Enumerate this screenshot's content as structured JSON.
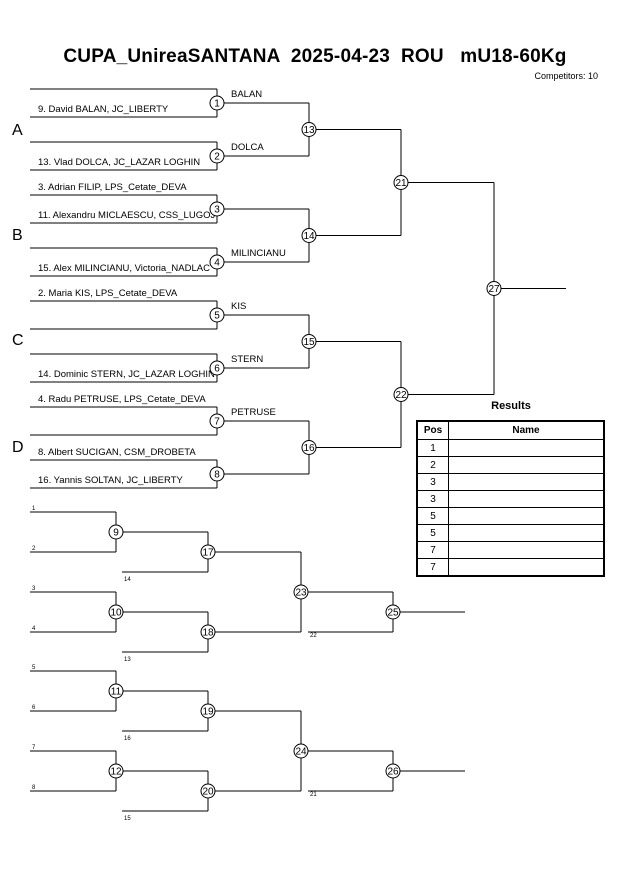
{
  "header": {
    "title": "CUPA_UnireaSANTANA  2025-04-23  ROU   mU18-60Kg",
    "competitors": "Competitors: 10"
  },
  "pools": [
    "A",
    "B",
    "C",
    "D"
  ],
  "competitors": [
    "9. David BALAN, JC_LIBERTY",
    "13. Vlad DOLCA, JC_LAZAR LOGHIN",
    "3. Adrian FILIP, LPS_Cetate_DEVA",
    "11. Alexandru MICLAESCU, CSS_LUGOJ",
    "15. Alex MILINCIANU, Victoria_NADLAC",
    "2. Maria KIS, LPS_Cetate_DEVA",
    "14. Dominic STERN, JC_LAZAR LOGHIN",
    "4. Radu PETRUSE, LPS_Cetate_DEVA",
    "8. Albert SUCIGAN, CSM_DROBETA",
    "16. Yannis SOLTAN, JC_LIBERTY"
  ],
  "winners": {
    "m1": "BALAN",
    "m2": "DOLCA",
    "m4": "MILINCIANU",
    "m5": "KIS",
    "m6": "STERN",
    "m7": "PETRUSE"
  },
  "match_numbers": [
    "1",
    "2",
    "3",
    "4",
    "5",
    "6",
    "7",
    "8",
    "9",
    "10",
    "11",
    "12",
    "13",
    "14",
    "15",
    "16",
    "17",
    "18",
    "19",
    "20",
    "21",
    "22",
    "23",
    "24",
    "25",
    "26",
    "27"
  ],
  "repechage_refs": [
    "1",
    "2",
    "3",
    "4",
    "5",
    "6",
    "7",
    "8",
    "14",
    "13",
    "16",
    "15",
    "22",
    "21"
  ],
  "results": {
    "title": "Results",
    "col_pos": "Pos",
    "col_name": "Name",
    "rows": [
      {
        "pos": "1",
        "name": ""
      },
      {
        "pos": "2",
        "name": ""
      },
      {
        "pos": "3",
        "name": ""
      },
      {
        "pos": "3",
        "name": ""
      },
      {
        "pos": "5",
        "name": ""
      },
      {
        "pos": "5",
        "name": ""
      },
      {
        "pos": "7",
        "name": ""
      },
      {
        "pos": "7",
        "name": ""
      }
    ]
  }
}
